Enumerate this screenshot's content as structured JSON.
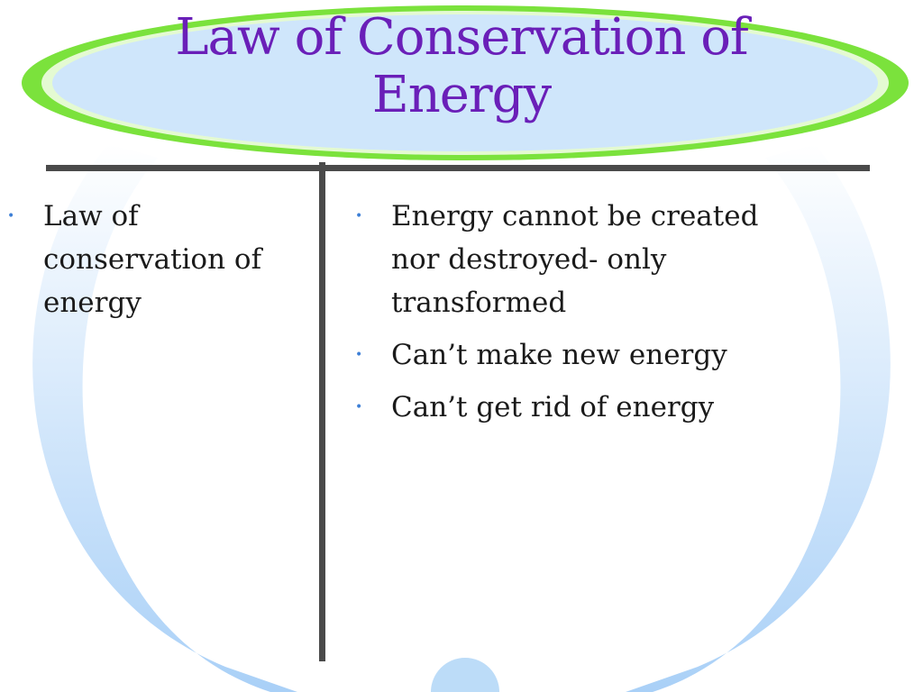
{
  "slide": {
    "title_line1": "Law of Conservation of",
    "title_line2": "Energy",
    "left_column": {
      "items": [
        {
          "line1": "Law of",
          "line2": "conservation of",
          "line3": "energy"
        }
      ]
    },
    "right_column": {
      "items": [
        {
          "line1": "Energy cannot be created",
          "line2": "nor destroyed- only",
          "line3": "transformed"
        },
        {
          "line1": "Can’t make new energy"
        },
        {
          "line1": "Can’t get rid of energy"
        }
      ]
    },
    "bullet_glyph": "•"
  },
  "colors": {
    "title": "#6a1fb8",
    "ellipse_fill": "#cfe6fb",
    "ellipse_ring": "#7be23c",
    "ellipse_ring_light": "#c8f5a6",
    "side_arc": "#a9d0f7",
    "divider": "#4a4a4a",
    "body_text": "#1a1a1a",
    "bullet": "#3d7fd6"
  }
}
